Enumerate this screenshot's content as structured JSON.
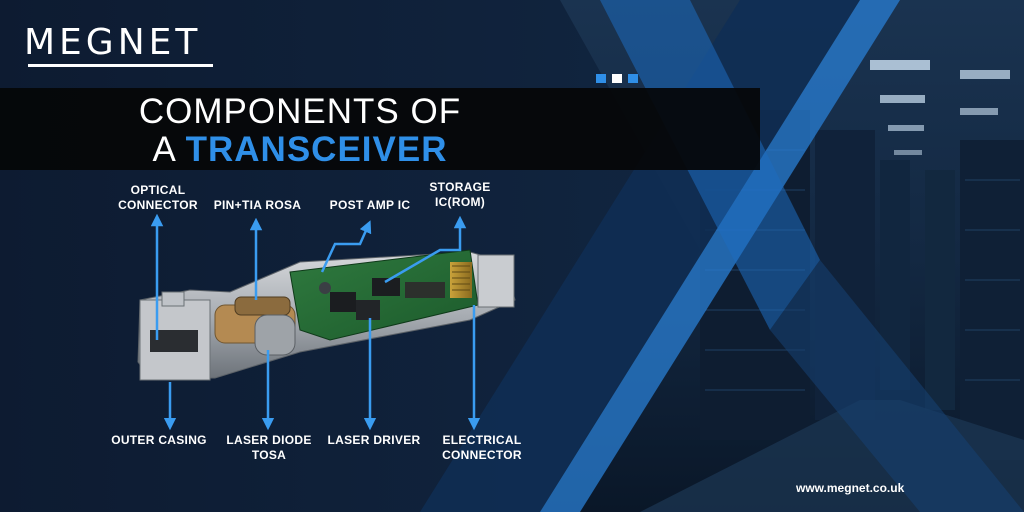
{
  "brand": {
    "name": "MEGNET",
    "website": "www.megnet.co.uk"
  },
  "headline": {
    "line1": "COMPONENTS OF",
    "line2_prefix": "A ",
    "line2_accent": "TRANSCEIVER"
  },
  "labels": {
    "optical_connector": "OPTICAL CONNECTOR",
    "pin_tia_rosa": "PIN+TIA ROSA",
    "post_amp_ic": "POST AMP IC",
    "storage_ic": "STORAGE IC(ROM)",
    "outer_casing": "OUTER CASING",
    "laser_diode_tosa": "LASER DIODE TOSA",
    "laser_driver": "LASER DRIVER",
    "electrical_connector": "ELECTRICAL CONNECTOR"
  },
  "colors": {
    "accent": "#2f8fe8",
    "arrow": "#3a9cf0",
    "background": "#0c1a2f",
    "band": "#050607"
  },
  "decor": {
    "dots": [
      "#2f8fe8",
      "#ffffff",
      "#2f8fe8"
    ]
  }
}
